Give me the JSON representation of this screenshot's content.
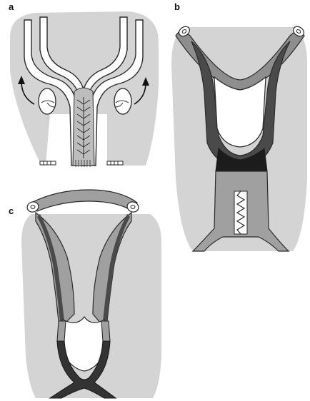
{
  "panels": [
    {
      "id": "a",
      "label": "a"
    },
    {
      "id": "b",
      "label": "b"
    },
    {
      "id": "c",
      "label": "c"
    }
  ],
  "colors": {
    "background_tissue": "#d4d4d4",
    "outline": "#2a2a2a",
    "tube_white": "#ffffff",
    "mid_gray": "#a0a0a0",
    "dark_gray": "#4a4a4a",
    "near_black": "#1c1c1c"
  }
}
